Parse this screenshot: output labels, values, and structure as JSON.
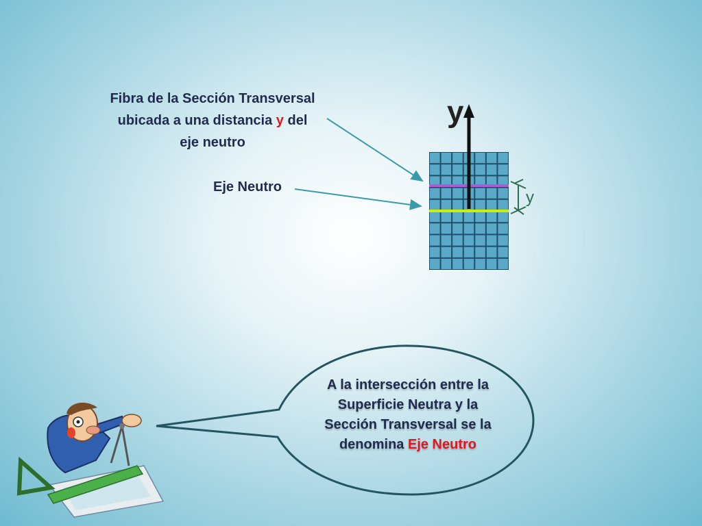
{
  "fiber_label": {
    "line1": "Fibra de la Sección Transversal",
    "line2_before": "ubicada a una distancia ",
    "line2_var": "y",
    "line2_after": " del",
    "line3": "eje neutro"
  },
  "axis_label": "Eje Neutro",
  "diagram": {
    "axis_symbol": "y",
    "distance_symbol": "y",
    "fiber_line_color": "#b05ad6",
    "neutral_line_color": "#c8f000",
    "grid_cell_color": "#5aa9c8",
    "grid_rows": 10,
    "grid_cols": 7
  },
  "callout": {
    "line1": "A la intersección entre la",
    "line2": "Superficie Neutra y la",
    "line3": "Sección Transversal se la",
    "line4_before": "denomina ",
    "line4_highlight": "Eje Neutro"
  },
  "clipart": "engineer-drafting-illustration"
}
